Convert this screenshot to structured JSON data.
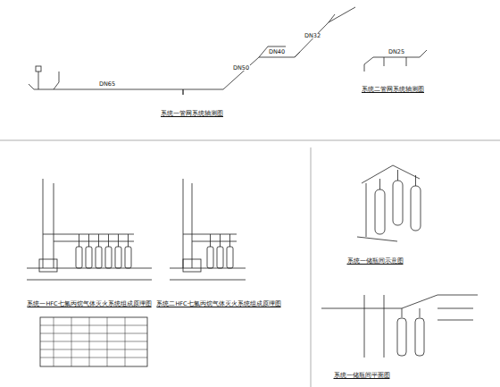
{
  "diagram": {
    "labels": [
      "系统一管网系统轴测图",
      "系统二管网系统轴测图",
      "系统一HFC七氟丙烷气体灭火系统组成原理图",
      "系统二HFC七氟丙烷气体灭火系统组成原理图",
      "系统一储瓶间示意图",
      "系统一储瓶间平面图",
      "DN65",
      "DN50",
      "DN40",
      "DN32",
      "DN25"
    ]
  }
}
